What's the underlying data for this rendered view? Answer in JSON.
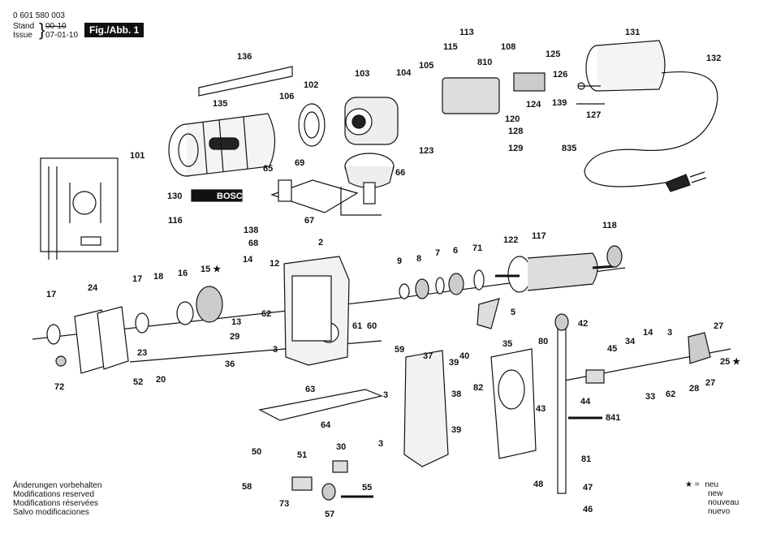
{
  "header": {
    "part_number": "0 601 580 003",
    "stand_label": "Stand",
    "stand_date_struck": "00-10",
    "issue_label": "Issue",
    "issue_date": "07-01-10",
    "figure_label": "Fig./Abb. 1"
  },
  "brand_plate": "BOSCH",
  "callouts": [
    {
      "id": "131",
      "label": "131"
    },
    {
      "id": "132",
      "label": "132"
    },
    {
      "id": "127",
      "label": "127"
    },
    {
      "id": "835",
      "label": "835"
    },
    {
      "id": "136",
      "label": "136"
    },
    {
      "id": "135",
      "label": "135"
    },
    {
      "id": "106",
      "label": "106"
    },
    {
      "id": "102",
      "label": "102"
    },
    {
      "id": "103",
      "label": "103"
    },
    {
      "id": "104",
      "label": "104"
    },
    {
      "id": "105",
      "label": "105"
    },
    {
      "id": "113",
      "label": "113"
    },
    {
      "id": "115",
      "label": "115"
    },
    {
      "id": "810",
      "label": "810"
    },
    {
      "id": "108",
      "label": "108"
    },
    {
      "id": "125",
      "label": "125"
    },
    {
      "id": "126",
      "label": "126"
    },
    {
      "id": "124",
      "label": "124"
    },
    {
      "id": "139",
      "label": "139"
    },
    {
      "id": "120",
      "label": "120"
    },
    {
      "id": "128",
      "label": "128"
    },
    {
      "id": "123",
      "label": "123"
    },
    {
      "id": "129",
      "label": "129"
    },
    {
      "id": "101",
      "label": "101"
    },
    {
      "id": "65",
      "label": "65"
    },
    {
      "id": "69",
      "label": "69"
    },
    {
      "id": "66",
      "label": "66"
    },
    {
      "id": "130",
      "label": "130"
    },
    {
      "id": "116",
      "label": "116"
    },
    {
      "id": "138",
      "label": "138"
    },
    {
      "id": "67",
      "label": "67"
    },
    {
      "id": "68",
      "label": "68"
    },
    {
      "id": "2",
      "label": "2"
    },
    {
      "id": "118",
      "label": "118"
    },
    {
      "id": "122",
      "label": "122"
    },
    {
      "id": "117",
      "label": "117"
    },
    {
      "id": "71",
      "label": "71"
    },
    {
      "id": "6",
      "label": "6"
    },
    {
      "id": "7",
      "label": "7"
    },
    {
      "id": "8",
      "label": "8"
    },
    {
      "id": "9",
      "label": "9"
    },
    {
      "id": "17a",
      "label": "17"
    },
    {
      "id": "24",
      "label": "24"
    },
    {
      "id": "17b",
      "label": "17"
    },
    {
      "id": "18",
      "label": "18"
    },
    {
      "id": "16",
      "label": "16"
    },
    {
      "id": "15",
      "label": "15 ★"
    },
    {
      "id": "14a",
      "label": "14"
    },
    {
      "id": "12",
      "label": "12"
    },
    {
      "id": "13",
      "label": "13"
    },
    {
      "id": "62a",
      "label": "62"
    },
    {
      "id": "29",
      "label": "29"
    },
    {
      "id": "3a",
      "label": "3"
    },
    {
      "id": "61",
      "label": "61"
    },
    {
      "id": "60",
      "label": "60"
    },
    {
      "id": "59",
      "label": "59"
    },
    {
      "id": "5",
      "label": "5"
    },
    {
      "id": "42",
      "label": "42"
    },
    {
      "id": "80",
      "label": "80"
    },
    {
      "id": "14b",
      "label": "14"
    },
    {
      "id": "3b",
      "label": "3"
    },
    {
      "id": "27a",
      "label": "27"
    },
    {
      "id": "34",
      "label": "34"
    },
    {
      "id": "45",
      "label": "45"
    },
    {
      "id": "25",
      "label": "25 ★"
    },
    {
      "id": "23",
      "label": "23"
    },
    {
      "id": "72",
      "label": "72"
    },
    {
      "id": "52",
      "label": "52"
    },
    {
      "id": "20",
      "label": "20"
    },
    {
      "id": "36",
      "label": "36"
    },
    {
      "id": "37",
      "label": "37"
    },
    {
      "id": "40",
      "label": "40"
    },
    {
      "id": "35",
      "label": "35"
    },
    {
      "id": "39a",
      "label": "39"
    },
    {
      "id": "38",
      "label": "38"
    },
    {
      "id": "39b",
      "label": "39"
    },
    {
      "id": "82",
      "label": "82"
    },
    {
      "id": "43",
      "label": "43"
    },
    {
      "id": "44",
      "label": "44"
    },
    {
      "id": "841",
      "label": "841"
    },
    {
      "id": "33",
      "label": "33"
    },
    {
      "id": "62b",
      "label": "62"
    },
    {
      "id": "28",
      "label": "28"
    },
    {
      "id": "27b",
      "label": "27"
    },
    {
      "id": "63",
      "label": "63"
    },
    {
      "id": "3c",
      "label": "3"
    },
    {
      "id": "64",
      "label": "64"
    },
    {
      "id": "50",
      "label": "50"
    },
    {
      "id": "51",
      "label": "51"
    },
    {
      "id": "30",
      "label": "30"
    },
    {
      "id": "3d",
      "label": "3"
    },
    {
      "id": "58",
      "label": "58"
    },
    {
      "id": "73",
      "label": "73"
    },
    {
      "id": "57",
      "label": "57"
    },
    {
      "id": "55",
      "label": "55"
    },
    {
      "id": "81",
      "label": "81"
    },
    {
      "id": "48",
      "label": "48"
    },
    {
      "id": "47",
      "label": "47"
    },
    {
      "id": "46",
      "label": "46"
    }
  ],
  "footer": {
    "line_de": "Änderungen vorbehalten",
    "line_en": "Modifications reserved",
    "line_fr": "Modifications réservées",
    "line_es": "Salvo modificaciones"
  },
  "legend": {
    "symbol": "★ =",
    "word_de": "neu",
    "word_en": "new",
    "word_fr": "nouveau",
    "word_es": "nuevo"
  }
}
